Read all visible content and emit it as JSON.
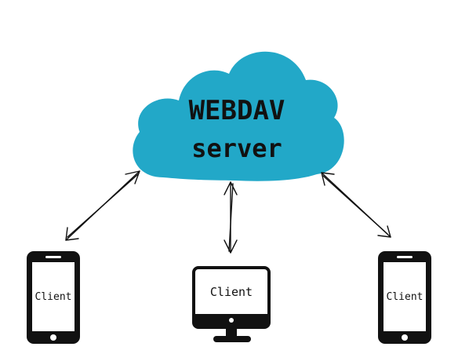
{
  "server": {
    "line1": "WEBDAV",
    "line2": "server",
    "cloud_color": "#22a8c8"
  },
  "clients": [
    {
      "label": "Client",
      "device": "smartphone-icon"
    },
    {
      "label": "Client",
      "device": "desktop-monitor-icon"
    },
    {
      "label": "Client",
      "device": "smartphone-icon"
    }
  ],
  "connections": [
    {
      "from": "server",
      "to": "clients.0",
      "direction": "bidirectional"
    },
    {
      "from": "server",
      "to": "clients.1",
      "direction": "bidirectional"
    },
    {
      "from": "server",
      "to": "clients.2",
      "direction": "bidirectional"
    }
  ],
  "colors": {
    "ink": "#111111",
    "background": "#ffffff"
  }
}
